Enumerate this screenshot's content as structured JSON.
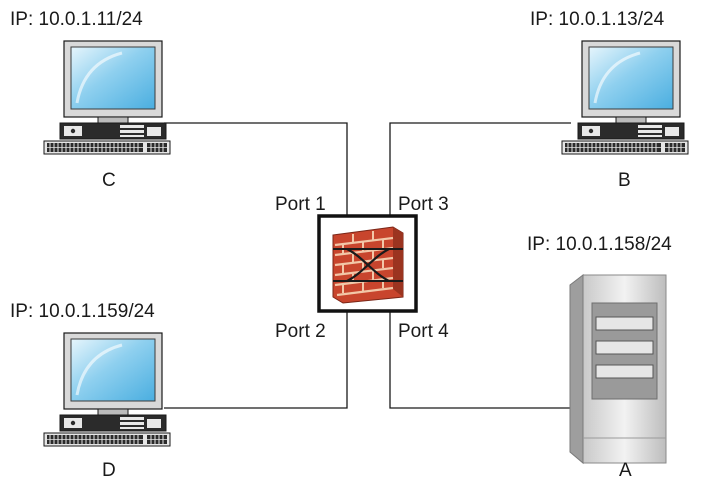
{
  "hosts": {
    "c": {
      "name": "C",
      "ip": "IP: 10.0.1.11/24",
      "icon": "desktop-computer-icon"
    },
    "b": {
      "name": "B",
      "ip": "IP: 10.0.1.13/24",
      "icon": "desktop-computer-icon"
    },
    "d": {
      "name": "D",
      "ip": "IP: 10.0.1.159/24",
      "icon": "desktop-computer-icon"
    },
    "a": {
      "name": "A",
      "ip": "IP: 10.0.1.158/24",
      "icon": "server-tower-icon"
    }
  },
  "firewall": {
    "icon": "firewall-brick-wall-icon",
    "ports": {
      "p1": "Port 1",
      "p2": "Port 2",
      "p3": "Port 3",
      "p4": "Port 4"
    }
  },
  "colors": {
    "line": "#1a1a1a",
    "screen": "#7ec8ec",
    "brick": "#c8452d",
    "casing": "#d4d4d4"
  }
}
